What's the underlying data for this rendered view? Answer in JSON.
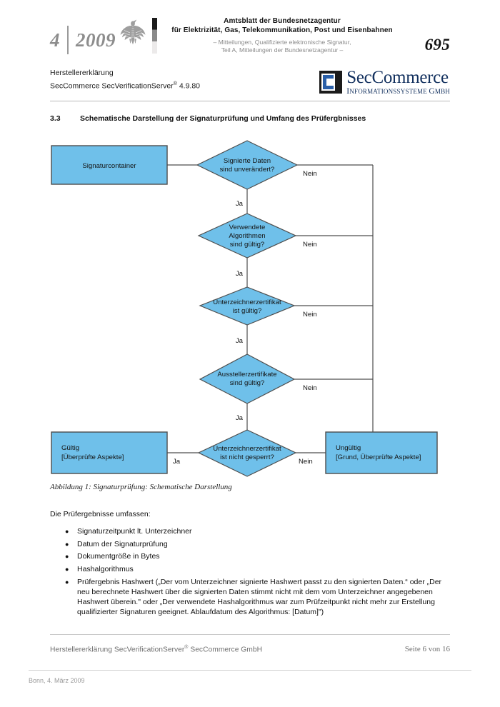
{
  "header": {
    "issue_number": "4",
    "issue_year": "2009",
    "emblem_icon": "bundesadler-eagle-icon",
    "flag_icon": "german-flag-bar-icon",
    "title_line1": "Amtsblatt der Bundesnetzagentur",
    "title_line2": "für Elektrizität, Gas, Telekommunikation, Post und Eisenbahnen",
    "subtitle_line1": "– Mitteilungen, Qualifizierte elektronische Signatur,",
    "subtitle_line2": "Teil A, Mitteilungen der Bundesnetzagentur –",
    "page_number": "695"
  },
  "subheader": {
    "declaration_line1": "Herstellererklärung",
    "declaration_line2_pre": "SecCommerce SecVerificationServer",
    "declaration_registered": "®",
    "declaration_line2_post": " 4.9.80",
    "logo": {
      "mark_icon": "seccommerce-square-c-logo-icon",
      "name_part1": "S",
      "name_part2": "ec",
      "name_part3": "C",
      "name_part4": "ommerce",
      "tagline_i": "I",
      "tagline_rest1": "NFORMATIONSSYSTEME ",
      "tagline_g": "G",
      "tagline_rest2": "MBH",
      "color": "#12305e"
    }
  },
  "section": {
    "number": "3.3",
    "title": "Schematische Darstellung der Signaturprüfung und Umfang des Prüfergbnisses"
  },
  "flowchart": {
    "fill_color": "#6fc0ea",
    "stroke_color": "#4d4d4d",
    "nodes": {
      "start_box": "Signaturcontainer",
      "d1_line1": "Signierte Daten",
      "d1_line2": "sind unverändert?",
      "d2_line1": "Verwendete",
      "d2_line2": "Algorithmen",
      "d2_line3": "sind gültig?",
      "d3_line1": "Unterzeichnerzertifikat",
      "d3_line2": "ist gültig?",
      "d4_line1": "Ausstellerzertifikate",
      "d4_line2": "sind gültig?",
      "d5_line1": "Unterzeichnerzertifikat",
      "d5_line2": "ist nicht gesperrt?",
      "valid_line1": "Gültig",
      "valid_line2": "[Überprüfte Aspekte]",
      "invalid_line1": "Ungültig",
      "invalid_line2": "[Grund, Überprüfte Aspekte]"
    },
    "edges": {
      "yes": "Ja",
      "no": "Nein"
    }
  },
  "caption": "Abbildung 1: Signaturprüfung: Schematische Darstellung",
  "body": {
    "intro": "Die Prüfergebnisse umfassen:",
    "bullet_glyph": "●",
    "items": [
      "Signaturzeitpunkt lt. Unterzeichner",
      "Datum der Signaturprüfung",
      "Dokumentgröße in Bytes",
      "Hashalgorithmus",
      "Prüfergebnis Hashwert („Der vom Unterzeichner signierte Hashwert passt zu den signierten Daten.“ oder „Der neu berechnete Hashwert über die signierten Daten stimmt nicht mit dem vom Unterzeichner angegebenen Hashwert überein.\" oder „Der verwendete Hashalgorithmus war zum Prüfzeitpunkt nicht mehr zur Erstellung qualifizierter Signaturen geeignet. Ablaufdatum des Algorithmus: [Datum]\")"
    ]
  },
  "footer": {
    "left_pre": "Herstellererklärung SecVerificationServer",
    "left_registered": "®",
    "left_post": " SecCommerce GmbH",
    "page_info": "Seite 6 von 16",
    "imprint": "Bonn, 4. März 2009"
  }
}
